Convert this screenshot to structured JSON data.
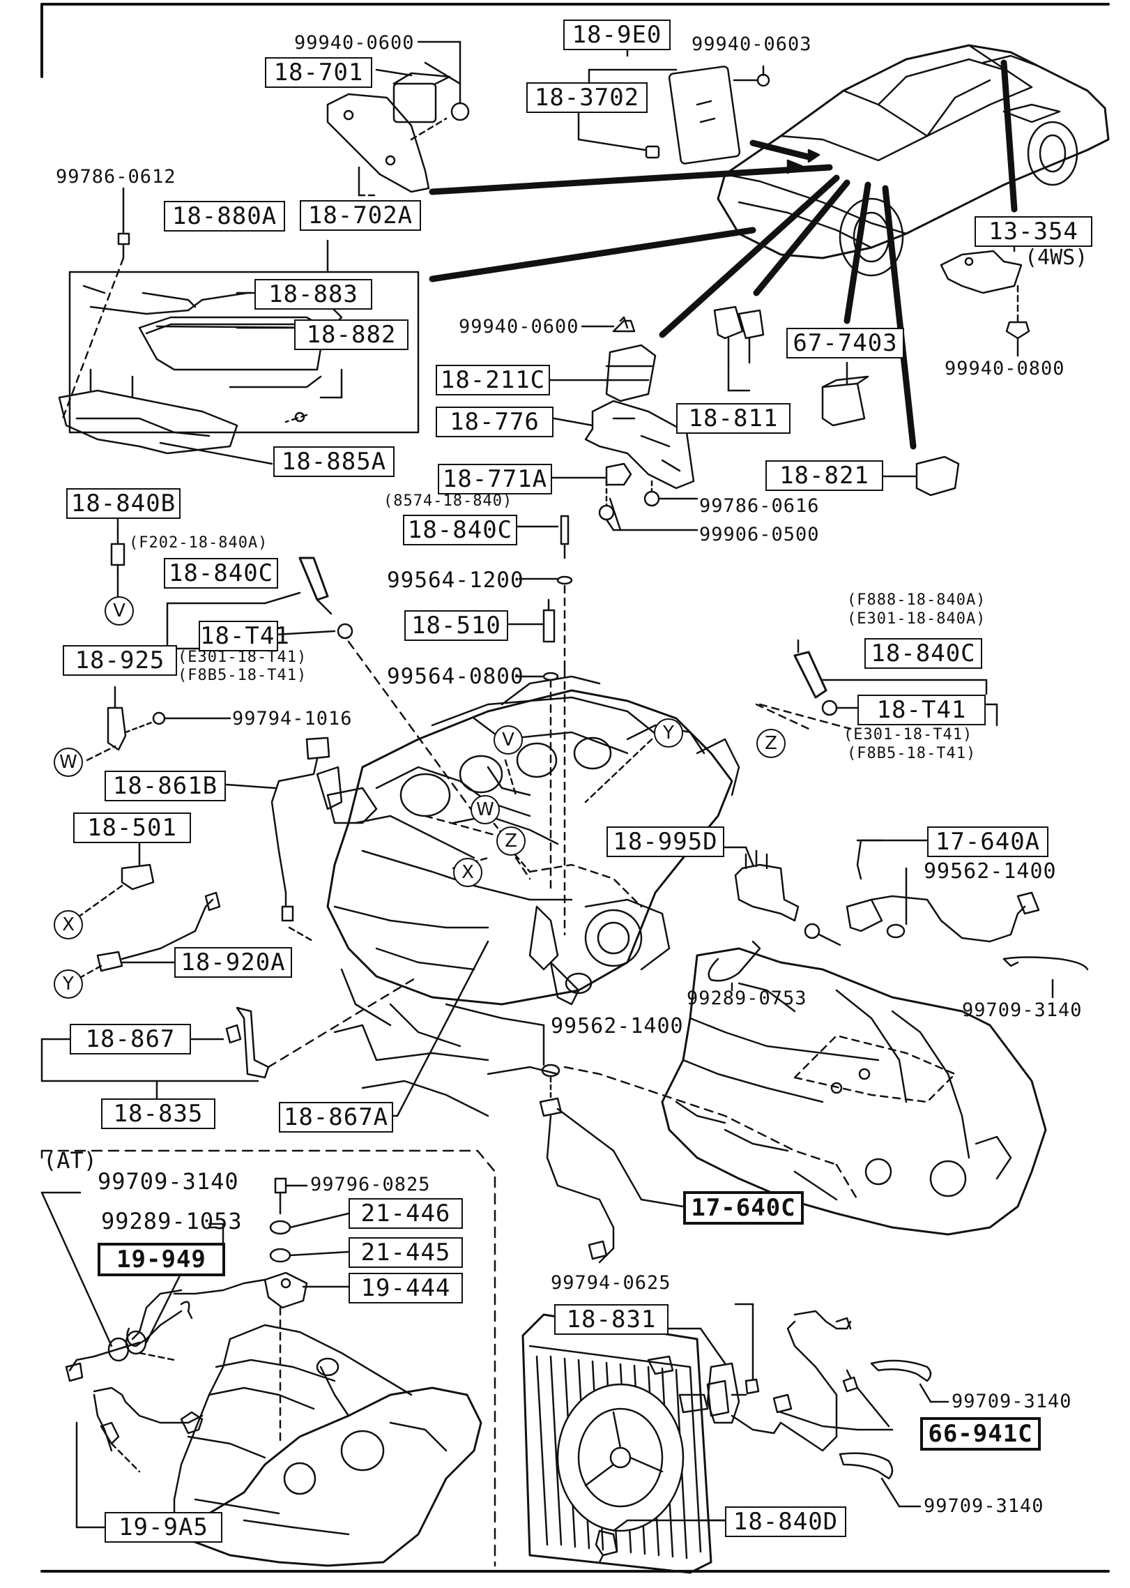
{
  "parts": {
    "p_18_701": "18-701",
    "p_18_702A": "18-702A",
    "p_18_9E0": "18-9E0",
    "p_18_3702": "18-3702",
    "p_18_880A": "18-880A",
    "p_18_883": "18-883",
    "p_18_882": "18-882",
    "p_18_885A": "18-885A",
    "p_13_354": "13-354",
    "p_18_211C": "18-211C",
    "p_18_776": "18-776",
    "p_18_811": "18-811",
    "p_67_7403": "67-7403",
    "p_18_821": "18-821",
    "p_18_771A": "18-771A",
    "p_18_840C_a": "18-840C",
    "p_18_840B": "18-840B",
    "p_18_840C_b": "18-840C",
    "p_18_T41_a": "18-T41",
    "p_18_510": "18-510",
    "p_18_925": "18-925",
    "p_18_840C_c": "18-840C",
    "p_18_T41_b": "18-T41",
    "p_18_861B": "18-861B",
    "p_18_501": "18-501",
    "p_18_995D": "18-995D",
    "p_17_640A": "17-640A",
    "p_18_920A": "18-920A",
    "p_18_867": "18-867",
    "p_18_835": "18-835",
    "p_18_867A": "18-867A",
    "p_21_446": "21-446",
    "p_21_445": "21-445",
    "p_19_949": "19-949",
    "p_19_444": "19-444",
    "p_17_640C": "17-640C",
    "p_18_831": "18-831",
    "p_66_941C": "66-941C",
    "p_19_9A5": "19-9A5",
    "p_18_840D": "18-840D"
  },
  "numbers": {
    "n1": "99940-0600",
    "n2": "99940-0603",
    "n3": "99786-0612",
    "n4": "99940-0600",
    "n5": "99940-0800",
    "n6": "99786-0616",
    "n7": "99906-0500",
    "n8": "99564-1200",
    "n9": "99564-0800",
    "n10": "99794-1016",
    "n11": "99562-1400",
    "n12": "99289-0753",
    "n13": "99709-3140",
    "n14": "99562-1400",
    "n15": "99796-0825",
    "n16": "99709-3140",
    "n17": "99289-1053",
    "n18": "99794-0625",
    "n19": "99709-3140",
    "n20": "99709-3140"
  },
  "notes": {
    "ws4": "(4WS)",
    "at": "(AT)",
    "c1": "(8574-18-840)",
    "c2": "(F202-18-840A)",
    "c3": "(E301-18-T41)",
    "c4": "(F8B5-18-T41)",
    "c5": "(F888-18-840A)",
    "c6": "(E301-18-840A)",
    "c7": "(E301-18-T41)",
    "c8": "(F8B5-18-T41)"
  },
  "markers": {
    "V": "V",
    "W": "W",
    "X": "X",
    "Y": "Y",
    "Z": "Z"
  }
}
